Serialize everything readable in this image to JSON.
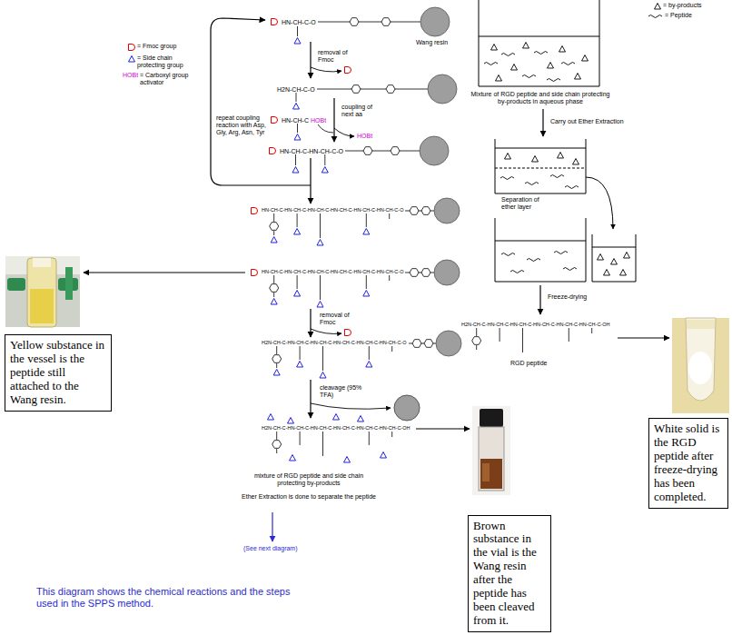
{
  "diagram": {
    "caption": "This diagram shows the chemical reactions and the steps used in the SPPS method.",
    "nodes": [
      {
        "text": [
          "Yellow substance in the vessel is the peptide still attached to the Wang resin."
        ]
      },
      {
        "text": [
          "Brown substance in the vial is the Wang resin after the peptide has been cleaved from it."
        ]
      },
      {
        "text": [
          "White solid is the RGD peptide after freeze-drying has been completed."
        ]
      }
    ],
    "labels": [
      "Wang resin",
      "removal of Fmoc",
      "coupling of next aa",
      "HOBt",
      "HOBt",
      "repeat coupling reaction with Asp, Gly, Arg, Asn, Tyr",
      "removal of Fmoc",
      "cleavage (95% TFA)",
      "mixture of RGD peptide and side chain protecting by-products",
      "Ether Extraction is done to separate the peptide",
      "(See next diagram)",
      "Mixture of RGD peptide and side chain protecting by-products in aqueous phase",
      "Carry out Ether Extraction",
      "Separation of ether layer",
      "Freeze-drying",
      "RGD peptide",
      "HOBt",
      "HN-CH-C-O",
      "H2N-CH-C-O",
      "HN-CH-C",
      "HN-CH-C-HN-CH-C-O",
      "HN-CH-C-HN-CH-C-HN-CH-C-HN-CH-C-HN-CH-C-HN-CH-C-O",
      "HN-CH-C-HN-CH-C-HN-CH-C-HN-CH-C-HN-CH-C-HN-CH-C-O",
      "H2N-CH-C-HN-CH-C-HN-CH-C-HN-CH-C-HN-CH-C-HN-CH-C-O",
      "H2N-CH-C-HN-CH-C-HN-CH-C-HN-CH-C-HN-CH-C-HN-CH-C-OH",
      "H2N-CH-C-HN-CH-C-HN-CH-C-HN-CH-C-HN-CH-C-HN-CH-C-OH"
    ],
    "legend": [
      {
        "text": "= Fmoc group"
      },
      {
        "text": "= Side chain protecting group"
      },
      {
        "text": "= Carboxyl group activator"
      },
      {
        "text": "= by-products"
      },
      {
        "text": "= Peptide"
      }
    ]
  }
}
